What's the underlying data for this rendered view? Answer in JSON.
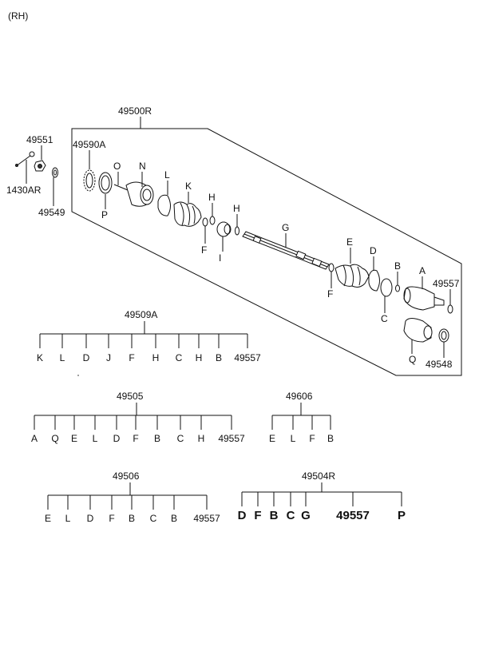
{
  "header": {
    "side": "(RH)"
  },
  "assembly": {
    "number": "49500R"
  },
  "callouts": {
    "c49551": "49551",
    "c1430AR": "1430AR",
    "c49549": "49549",
    "c49590A": "49590A",
    "O": "O",
    "N": "N",
    "P": "P",
    "L": "L",
    "K": "K",
    "H1": "H",
    "H2": "H",
    "F1": "F",
    "I": "I",
    "G": "G",
    "E": "E",
    "D": "D",
    "F2": "F",
    "B": "B",
    "C": "C",
    "A": "A",
    "c49557": "49557",
    "Q": "Q",
    "c49548": "49548"
  },
  "kits": [
    {
      "number": "49509A",
      "items": [
        "K",
        "L",
        "D",
        "J",
        "F",
        "H",
        "C",
        "H",
        "B",
        "49557"
      ]
    },
    {
      "number": "49505",
      "items": [
        "A",
        "Q",
        "E",
        "L",
        "D",
        "F",
        "B",
        "C",
        "H",
        "49557"
      ]
    },
    {
      "number": "49606",
      "items": [
        "E",
        "L",
        "F",
        "B"
      ]
    },
    {
      "number": "49506",
      "items": [
        "E",
        "L",
        "D",
        "F",
        "B",
        "C",
        "B",
        "49557"
      ]
    },
    {
      "number": "49504R",
      "items": [
        "D",
        "F",
        "B",
        "C",
        "G",
        "49557",
        "P"
      ]
    }
  ]
}
